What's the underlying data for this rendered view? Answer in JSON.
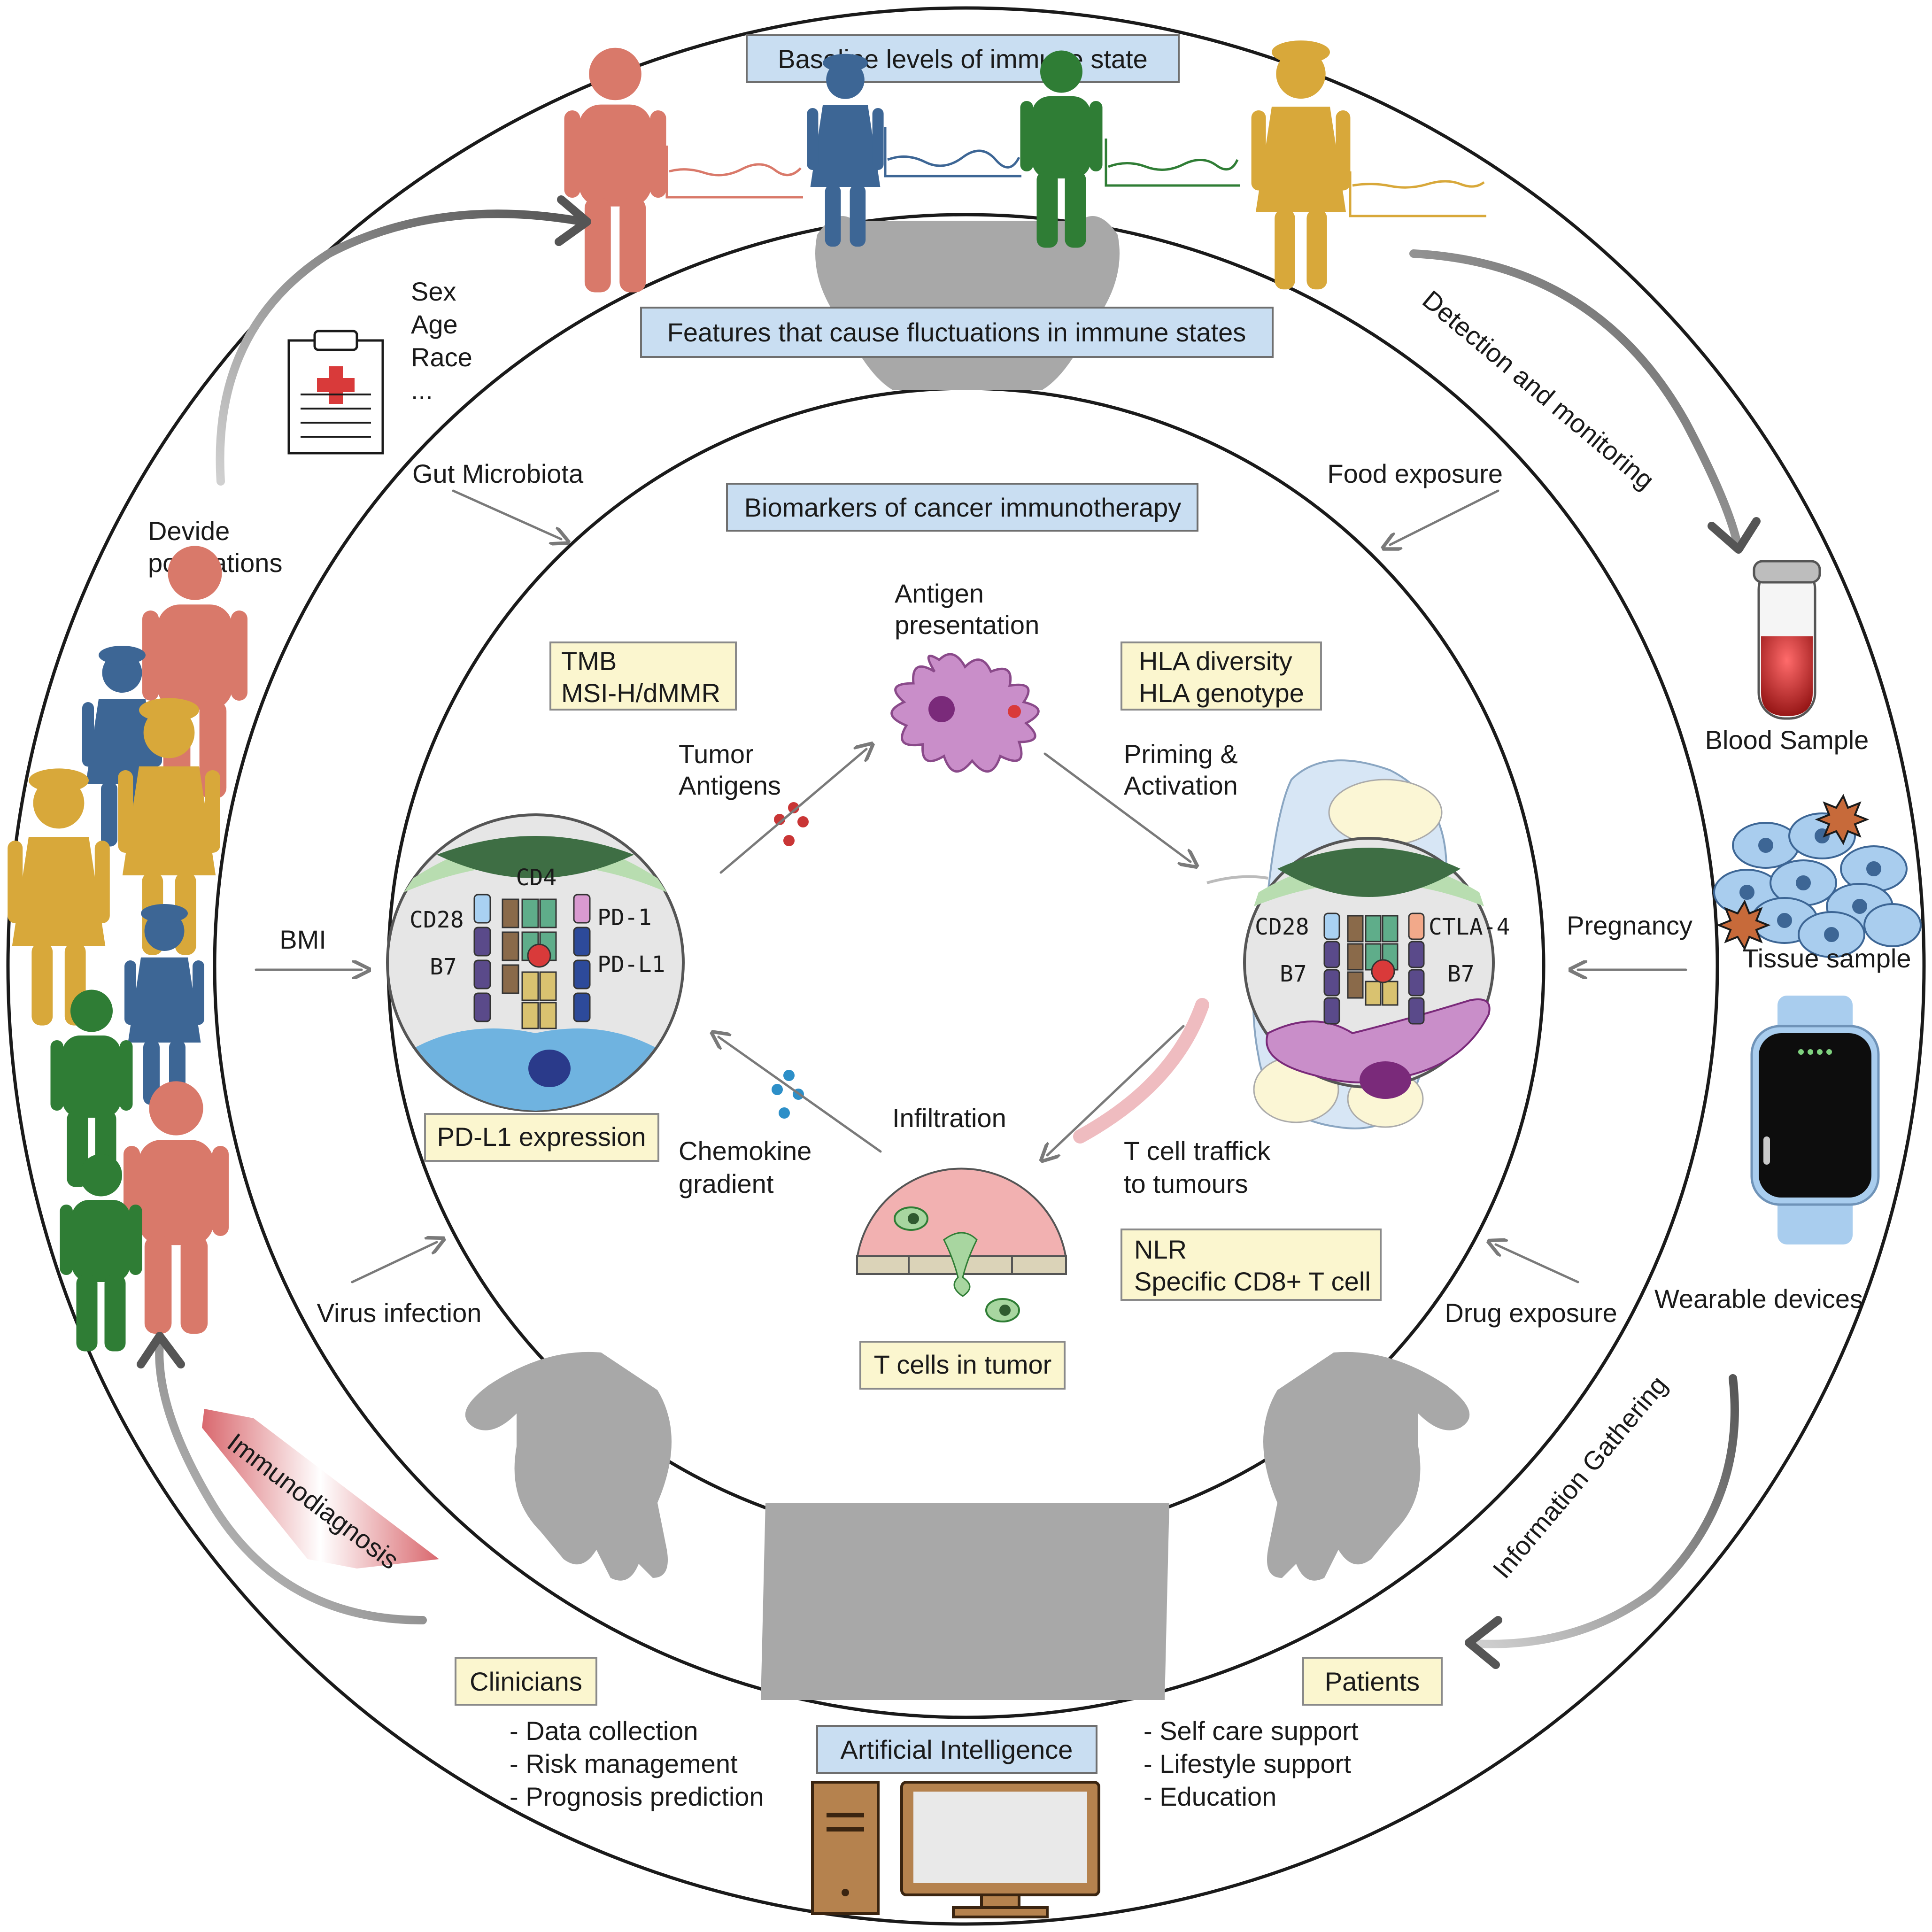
{
  "outer": {
    "baseline_title": "Baseline levels of immune state",
    "demographics": [
      "Sex",
      "Age",
      "Race",
      "..."
    ],
    "divide_label": [
      "Devide",
      "populations"
    ],
    "detection_label": "Detection and monitoring",
    "blood_label": "Blood Sample",
    "tissue_label": "Tissue sample",
    "wearable_label": "Wearable devices",
    "info_label": "Information Gathering",
    "immunodiagnosis_label": "Immunodiagnosis",
    "clinicians": {
      "title": "Clinicians",
      "items": [
        "- Data collection",
        "- Risk management",
        "- Prognosis prediction"
      ]
    },
    "patients": {
      "title": "Patients",
      "items": [
        "- Self care support",
        "- Lifestyle support",
        "- Education"
      ]
    },
    "ai_label": "Artificial Intelligence"
  },
  "middle": {
    "features_title": "Features that cause fluctuations in immune states",
    "factors": {
      "gut": "Gut Microbiota",
      "food": "Food exposure",
      "bmi": "BMI",
      "pregnancy": "Pregnancy",
      "virus": "Virus infection",
      "drug": "Drug exposure"
    }
  },
  "inner": {
    "biomarkers_title": "Biomarkers of cancer immunotherapy",
    "tmb": [
      "TMB",
      "MSI-H/dMMR"
    ],
    "hla": [
      "HLA diversity",
      "HLA genotype"
    ],
    "pdl1_expression": "PD-L1 expression",
    "nlr": [
      "NLR",
      "Specific CD8+ T cell"
    ],
    "t_cells_in_tumor": "T cells in tumor",
    "antigen_presentation": [
      "Antigen",
      "presentation"
    ],
    "tumor_antigens": [
      "Tumor",
      "Antigens"
    ],
    "priming": [
      "Priming &",
      "Activation"
    ],
    "chemokine": [
      "Chemokine",
      "gradient"
    ],
    "infiltration": "Infiltration",
    "t_cell_traffic": [
      "T cell traffick",
      "to tumours"
    ],
    "left_synapse": {
      "cd4": "CD4",
      "cd28": "CD28",
      "b7": "B7",
      "pd1": "PD-1",
      "pdl1": "PD-L1"
    },
    "right_synapse": {
      "cd28": "CD28",
      "b7_left": "B7",
      "ctla4": "CTLA-4",
      "b7_right": "B7"
    }
  },
  "colors": {
    "salmon": "#d9796a",
    "blue": "#3d6695",
    "green": "#2f7d35",
    "gold": "#d8a83a",
    "box_blue": "#c9def2",
    "box_yellow": "#fbf6cf"
  }
}
